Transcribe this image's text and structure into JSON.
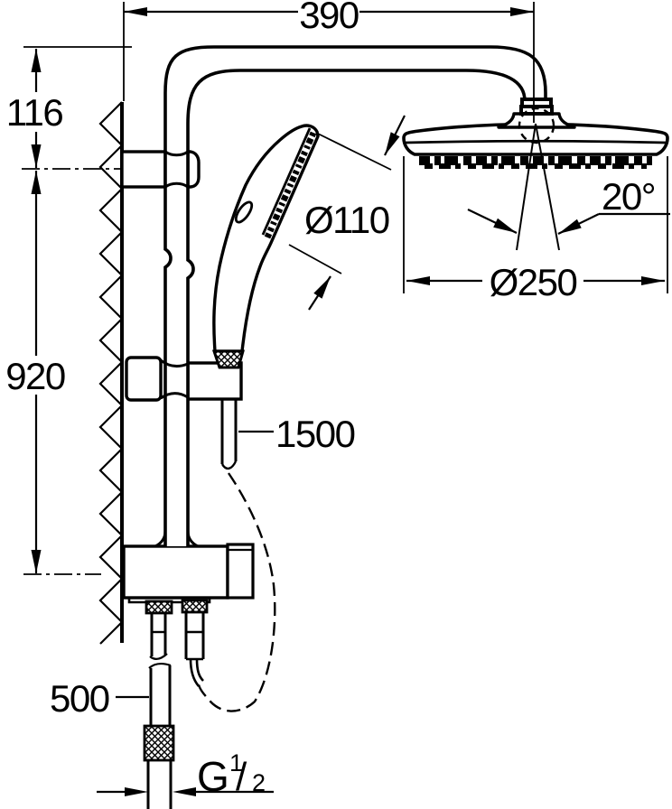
{
  "drawing": {
    "type": "technical-dimension-drawing",
    "subject": "shower system with head shower, hand shower and shower rail",
    "line_color": "#000000",
    "background_color": "#ffffff",
    "dims": {
      "arm_projection": "390",
      "arm_to_holder": "116",
      "rail_length": "920",
      "hand_shower_face": "Ø110",
      "spray_angle": "20°",
      "head_shower_diameter": "Ø250",
      "shower_hose": "1500",
      "inlet_hose": "500",
      "thread": {
        "letter": "G",
        "numerator": "1",
        "slash": "/",
        "denominator": "2"
      }
    }
  }
}
